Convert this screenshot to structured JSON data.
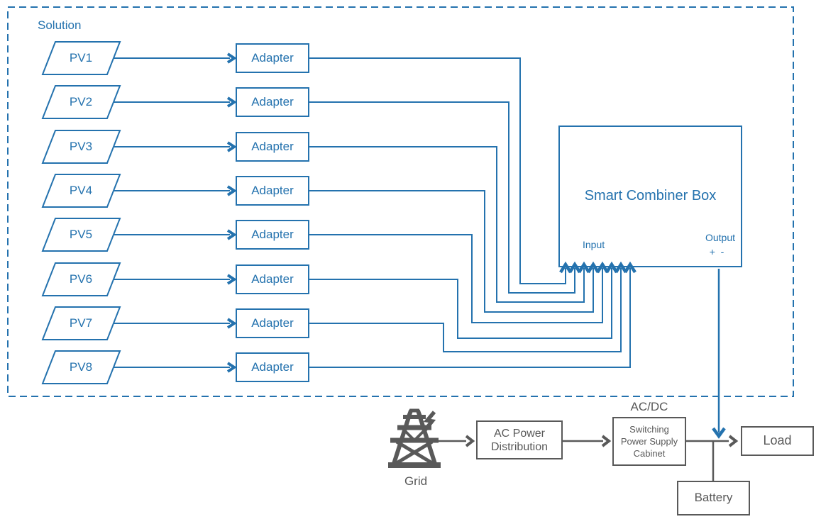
{
  "colors": {
    "primary_blue": "#2472ae",
    "neutral_gray": "#595959"
  },
  "solution_box": {
    "label": "Solution"
  },
  "rows": [
    {
      "pv": "PV1",
      "adapter": "Adapter"
    },
    {
      "pv": "PV2",
      "adapter": "Adapter"
    },
    {
      "pv": "PV3",
      "adapter": "Adapter"
    },
    {
      "pv": "PV4",
      "adapter": "Adapter"
    },
    {
      "pv": "PV5",
      "adapter": "Adapter"
    },
    {
      "pv": "PV6",
      "adapter": "Adapter"
    },
    {
      "pv": "PV7",
      "adapter": "Adapter"
    },
    {
      "pv": "PV8",
      "adapter": "Adapter"
    }
  ],
  "combiner": {
    "title": "Smart Combiner Box",
    "input_label": "Input",
    "output_label": "Output",
    "polarity": "+  -"
  },
  "grid": {
    "label": "Grid"
  },
  "ac_power": {
    "line1": "AC Power",
    "line2": "Distribution"
  },
  "acdc": {
    "label": "AC/DC"
  },
  "switching": {
    "line1": "Switching",
    "line2": "Power Supply",
    "line3": "Cabinet"
  },
  "load": {
    "label": "Load"
  },
  "battery": {
    "label": "Battery"
  }
}
